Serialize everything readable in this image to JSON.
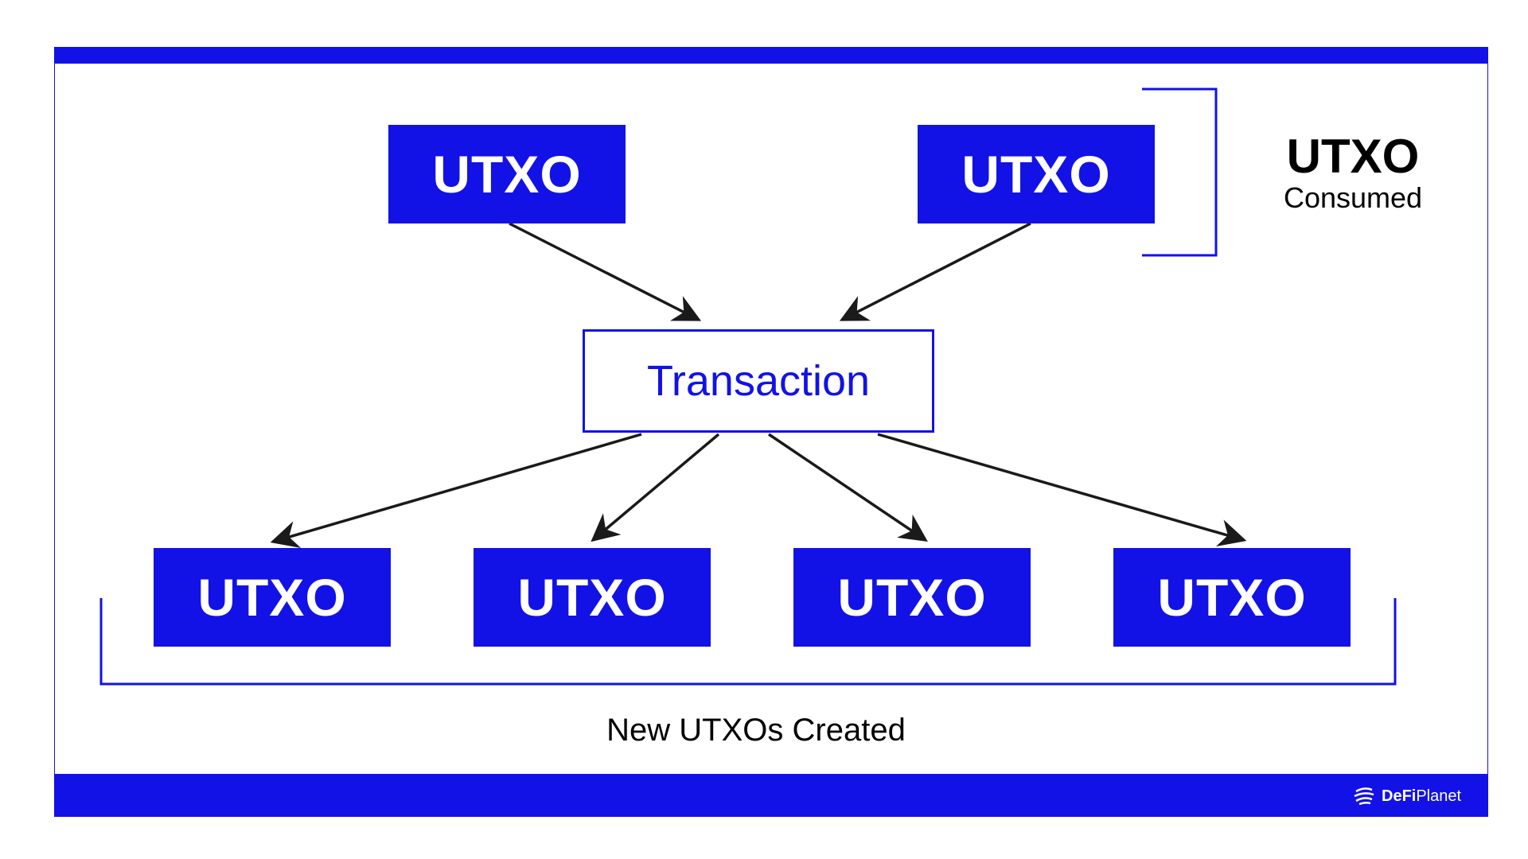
{
  "nodes": {
    "inputs": [
      {
        "label": "UTXO"
      },
      {
        "label": "UTXO"
      }
    ],
    "transaction": {
      "label": "Transaction"
    },
    "outputs": [
      {
        "label": "UTXO"
      },
      {
        "label": "UTXO"
      },
      {
        "label": "UTXO"
      },
      {
        "label": "UTXO"
      }
    ]
  },
  "annotations": {
    "consumed_title": "UTXO",
    "consumed_subtitle": "Consumed",
    "created_label": "New UTXOs Created"
  },
  "logo": {
    "text_bold": "DeFi",
    "text_regular": "Planet"
  },
  "colors": {
    "accent": "#1212e6",
    "arrow": "#1a1a1a"
  }
}
